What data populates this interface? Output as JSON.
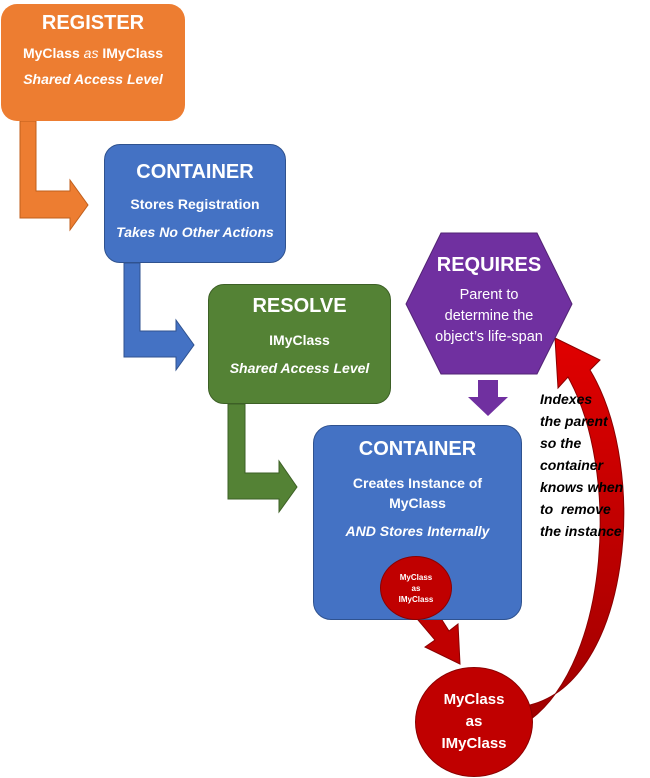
{
  "register": {
    "title": "REGISTER",
    "line1_a": "MyClass",
    "line1_b": "as",
    "line1_c": "IMyClass",
    "line2": "Shared Access Level"
  },
  "container_1": {
    "title": "CONTAINER",
    "line1": "Stores Registration",
    "line2": "Takes No Other Actions"
  },
  "resolve": {
    "title": "RESOLVE",
    "line1": "IMyClass",
    "line2": "Shared Access Level"
  },
  "requires": {
    "title": "REQUIRES",
    "body": "Parent to determine the object’s life-span"
  },
  "container_2": {
    "title": "CONTAINER",
    "line1": "Creates Instance of MyClass",
    "line2": "AND Stores Internally"
  },
  "small_circle": {
    "line1": "MyClass",
    "line2": "as",
    "line3": "IMyClass"
  },
  "big_circle": {
    "line1": "MyClass",
    "line2": "as",
    "line3": "IMyClass"
  },
  "side_note": {
    "lines": [
      "Indexes",
      "the parent",
      "so the",
      "container",
      "knows when",
      "to  remove",
      "the instance"
    ]
  },
  "colors": {
    "register": "#ed7d31",
    "container": "#4472c4",
    "resolve": "#548235",
    "requires": "#7030a0",
    "instance": "#c00000"
  }
}
